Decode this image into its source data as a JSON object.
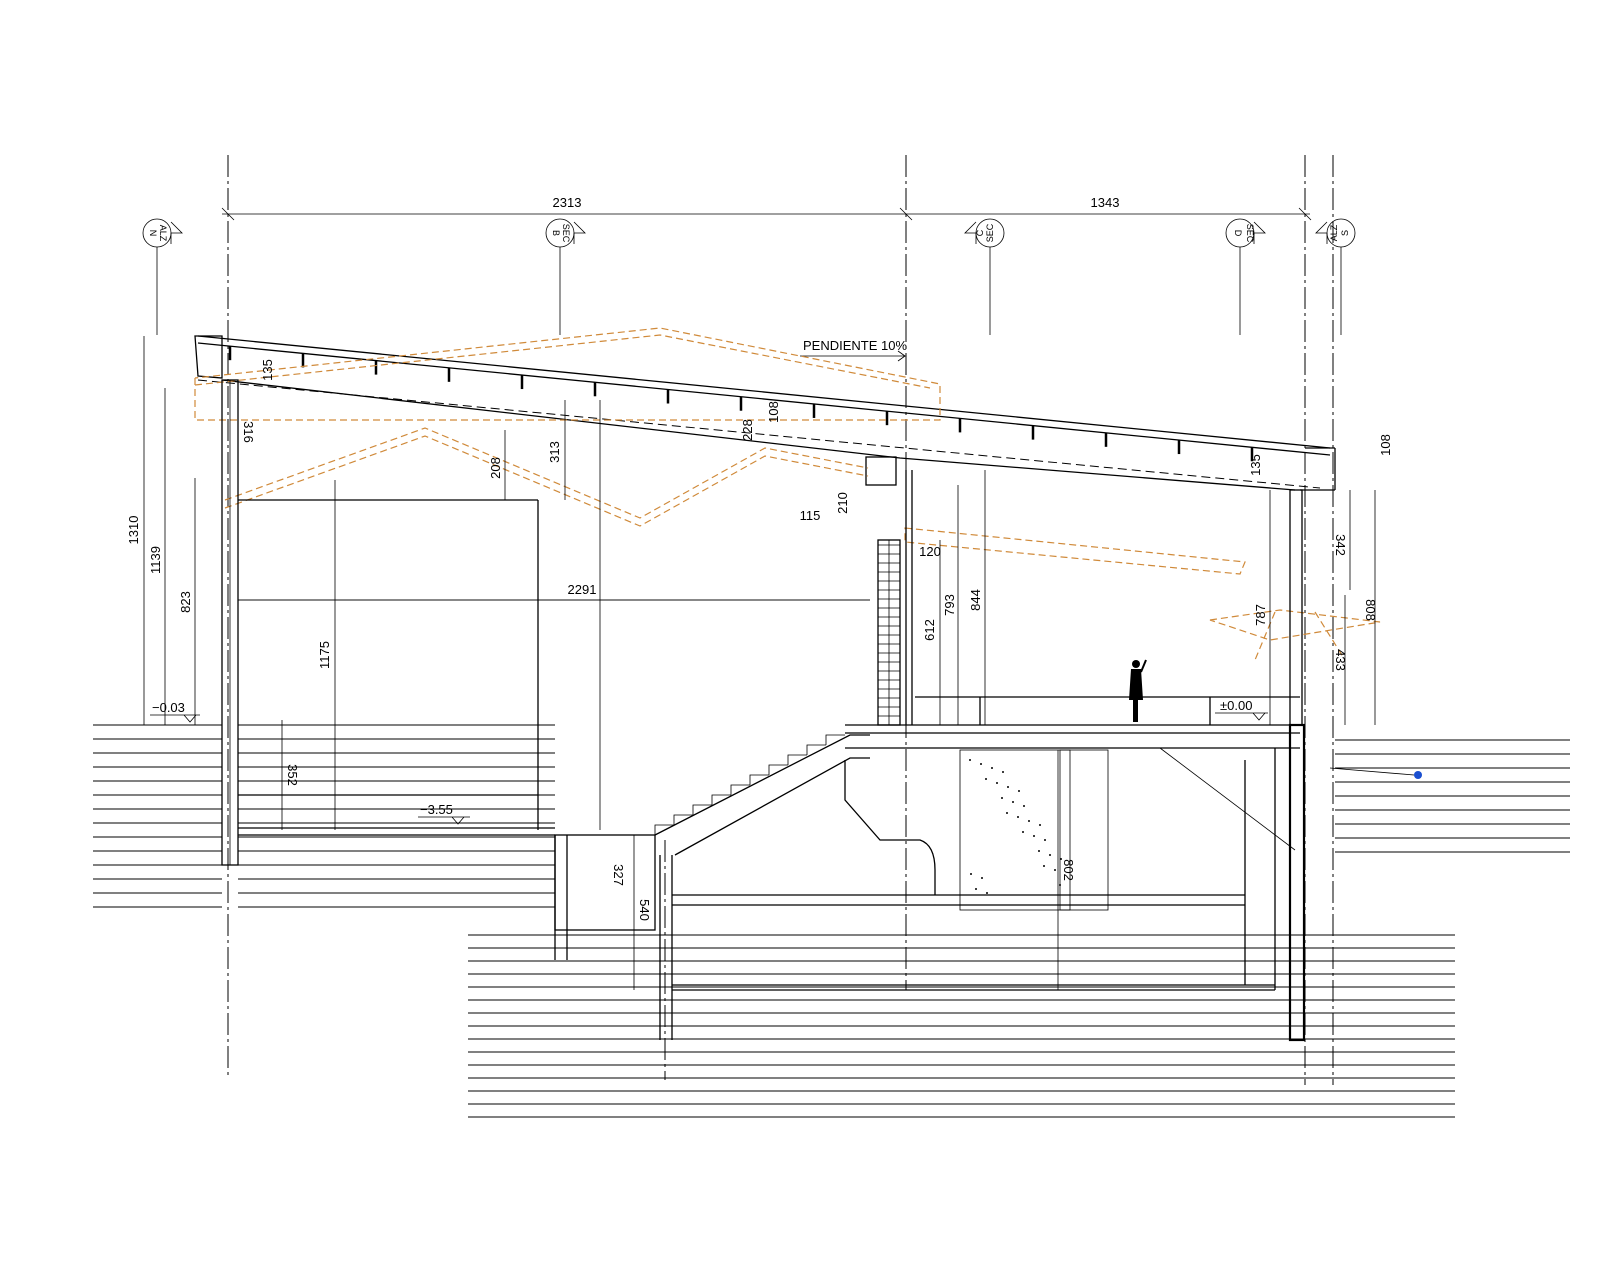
{
  "drawing": {
    "slope_note": "PENDIENTE 10%",
    "levels": {
      "floor": "±0.00",
      "north": "−0.03",
      "basement": "−3.55"
    },
    "section_markers": [
      {
        "code": "ALZ",
        "letter": "N"
      },
      {
        "code": "SEC",
        "letter": "B"
      },
      {
        "code": "SEC",
        "letter": "C"
      },
      {
        "code": "SEC",
        "letter": "D"
      },
      {
        "code": "ALZ",
        "letter": "S"
      }
    ],
    "dimensions": {
      "span_left": "2313",
      "span_right": "1343",
      "inner_width": "2291",
      "total_height": "1310",
      "front_height": "1139",
      "window_height": "823",
      "void_height": "1175",
      "plinth": "352",
      "roof_depth_left": "135",
      "fascia": "316",
      "truss_a": "208",
      "truss_b": "313",
      "truss_c": "228",
      "truss_d": "108",
      "roof_depth_right": "135",
      "eave_right": "108",
      "beam_a": "210",
      "beam_b": "115",
      "gap": "120",
      "col_a": "612",
      "col_b": "793",
      "col_c": "844",
      "wall_a": "787",
      "wall_b": "342",
      "wall_c": "808",
      "wall_d": "433",
      "pit": "327",
      "stair_depth": "540",
      "lower_height": "802"
    }
  },
  "colors": {
    "line": "#000000",
    "proposal": "#d08a3a",
    "marker": "#1a4fd0"
  }
}
